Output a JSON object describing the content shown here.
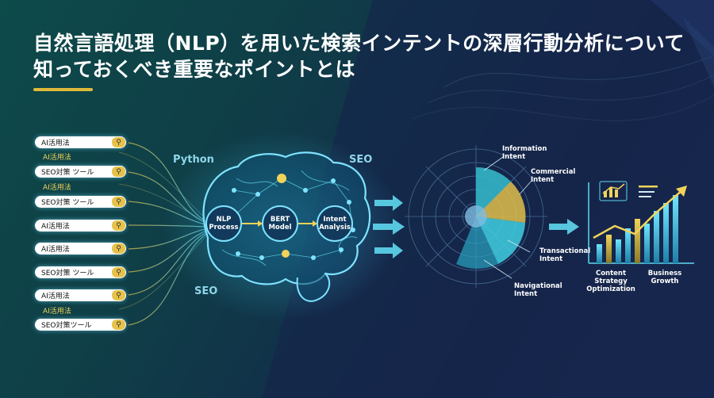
{
  "title": {
    "line1": "自然言語処理（NLP）を用いた検索インテントの深層行動分析について",
    "line2": "知っておくべき重要なポイントとは"
  },
  "search_list": [
    {
      "text": "AI活用法",
      "sub": "AI活用法"
    },
    {
      "text": "SEO対策 ツール",
      "sub": "AI活用法"
    },
    {
      "text": "SEO対策 ツール",
      "sub": ""
    },
    {
      "text": "AI活用法",
      "sub": ""
    },
    {
      "text": "AI活用法",
      "sub": ""
    },
    {
      "text": "SEO対策 ツール",
      "sub": ""
    },
    {
      "text": "AI活用法",
      "sub": "AI活用法"
    },
    {
      "text": "SEO対策ツール",
      "sub": ""
    }
  ],
  "labels": {
    "python": "Python",
    "seo_top": "SEO",
    "seo_bottom": "SEO"
  },
  "brain_nodes": {
    "nlp": {
      "l1": "NLP",
      "l2": "Process"
    },
    "bert": {
      "l1": "BERT",
      "l2": "Model"
    },
    "intent": {
      "l1": "Intent",
      "l2": "Analysis"
    }
  },
  "radar_labels": {
    "information": {
      "l1": "Information",
      "l2": "Intent"
    },
    "commercial": {
      "l1": "Commercial",
      "l2": "Intent"
    },
    "transactional": {
      "l1": "Transactional",
      "l2": "Intent"
    },
    "navigational": {
      "l1": "Navigational",
      "l2": "Intent"
    }
  },
  "growth_labels": {
    "content": {
      "l1": "Content Strategy",
      "l2": "Optimization"
    },
    "business": {
      "l1": "Business",
      "l2": "Growth"
    }
  },
  "colors": {
    "accent_gold": "#e0b93a",
    "cyan": "#5fd8f0",
    "title": "#ffffff"
  }
}
